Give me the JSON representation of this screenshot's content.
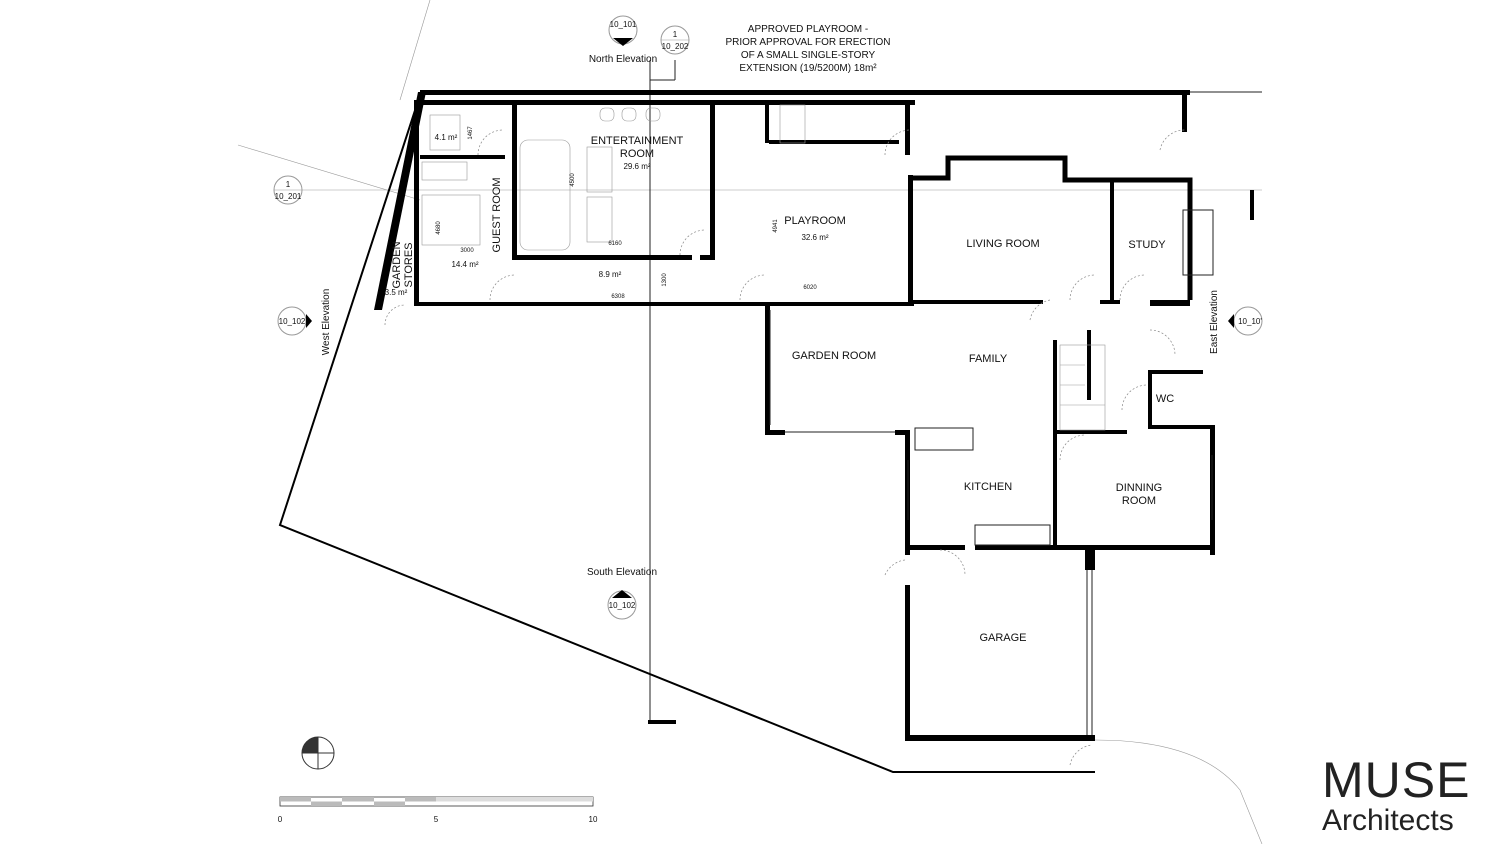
{
  "annotation": {
    "lines": [
      "APPROVED PLAYROOM -",
      "PRIOR APPROVAL FOR ERECTION",
      "OF A SMALL SINGLE-STORY",
      "EXTENSION (19/5200M) 18m²"
    ]
  },
  "markers": {
    "north": {
      "ref": "10_101",
      "label": "North Elevation"
    },
    "section_top": {
      "num": "1",
      "ref": "10_202"
    },
    "section_left": {
      "num": "1",
      "ref": "10_201"
    },
    "west": {
      "ref": "10_102",
      "label": "West Elevation"
    },
    "east": {
      "ref": "10_10'",
      "label": "East Elevation"
    },
    "south": {
      "ref": "10_102",
      "label": "South Elevation"
    }
  },
  "rooms": {
    "garden_stores": {
      "name1": "GARDEN",
      "name2": "STORES",
      "area": "3.5 m²"
    },
    "bath": {
      "area": "4.1 m²",
      "dim": "1467"
    },
    "guest_room": {
      "name": "GUEST ROOM",
      "area": "14.4 m²",
      "dim_w": "3000",
      "dim_h": "4680"
    },
    "entertainment": {
      "name1": "ENTERTAINMENT",
      "name2": "ROOM",
      "area": "29.6 m²",
      "dim_w": "6160",
      "dim_h": "4500"
    },
    "corridor": {
      "area": "8.9 m²",
      "dim_w": "6308",
      "dim_h": "1300"
    },
    "playroom": {
      "name": "PLAYROOM",
      "area": "32.6 m²",
      "dim_w": "6020",
      "dim_h": "4941"
    },
    "living_room": {
      "name": "LIVING ROOM"
    },
    "study": {
      "name": "STUDY"
    },
    "garden_room": {
      "name": "GARDEN ROOM"
    },
    "family": {
      "name": "FAMILY"
    },
    "wc": {
      "name": "WC"
    },
    "kitchen": {
      "name": "KITCHEN"
    },
    "dining": {
      "name1": "DINNING",
      "name2": "ROOM"
    },
    "garage": {
      "name": "GARAGE"
    }
  },
  "scale_bar": {
    "labels": [
      "0",
      "5",
      "10"
    ]
  },
  "logo": {
    "line1": "MUSE",
    "line2": "Architects"
  }
}
